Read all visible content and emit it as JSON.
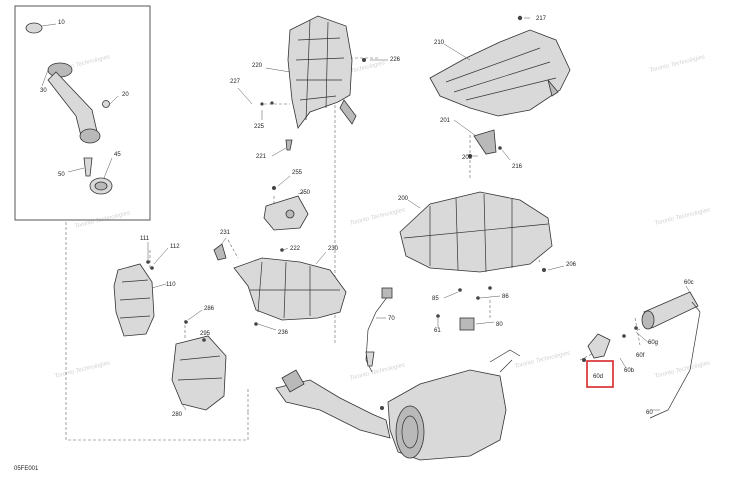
{
  "diagram": {
    "code": "05FE001",
    "watermark": "Toronto Technologies",
    "highlight_color": "#d9262c",
    "callouts": [
      {
        "key": "10",
        "text": "10"
      },
      {
        "key": "20",
        "text": "20"
      },
      {
        "key": "30",
        "text": "30"
      },
      {
        "key": "45",
        "text": "45"
      },
      {
        "key": "50",
        "text": "50"
      },
      {
        "key": "60",
        "text": "60"
      },
      {
        "key": "60b",
        "text": "60b"
      },
      {
        "key": "60c",
        "text": "60c"
      },
      {
        "key": "60d",
        "text": "60d"
      },
      {
        "key": "60f",
        "text": "60f"
      },
      {
        "key": "60g",
        "text": "60g"
      },
      {
        "key": "61",
        "text": "61"
      },
      {
        "key": "70",
        "text": "70"
      },
      {
        "key": "80",
        "text": "80"
      },
      {
        "key": "85",
        "text": "85"
      },
      {
        "key": "86",
        "text": "86"
      },
      {
        "key": "110",
        "text": "110"
      },
      {
        "key": "111",
        "text": "111"
      },
      {
        "key": "112",
        "text": "112"
      },
      {
        "key": "200",
        "text": "200"
      },
      {
        "key": "201",
        "text": "201"
      },
      {
        "key": "203",
        "text": "203"
      },
      {
        "key": "206",
        "text": "206"
      },
      {
        "key": "210",
        "text": "210"
      },
      {
        "key": "216",
        "text": "216"
      },
      {
        "key": "217",
        "text": "217"
      },
      {
        "key": "220",
        "text": "220"
      },
      {
        "key": "221",
        "text": "221"
      },
      {
        "key": "222",
        "text": "222"
      },
      {
        "key": "225",
        "text": "225"
      },
      {
        "key": "226",
        "text": "226"
      },
      {
        "key": "227",
        "text": "227"
      },
      {
        "key": "230",
        "text": "230"
      },
      {
        "key": "231",
        "text": "231"
      },
      {
        "key": "236",
        "text": "236"
      },
      {
        "key": "250",
        "text": "250"
      },
      {
        "key": "255",
        "text": "255"
      },
      {
        "key": "280",
        "text": "280"
      },
      {
        "key": "286",
        "text": "286"
      },
      {
        "key": "295",
        "text": "295"
      }
    ]
  }
}
